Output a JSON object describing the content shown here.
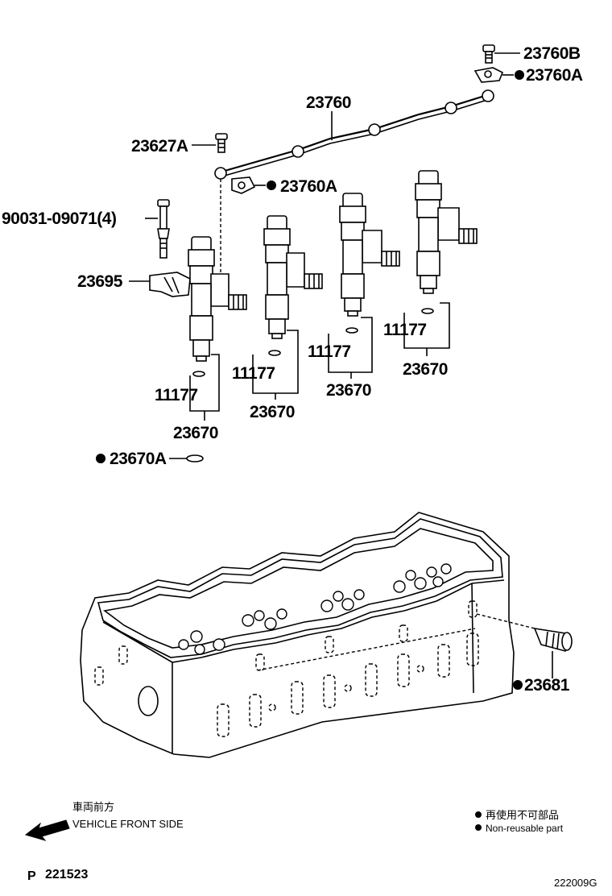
{
  "parts": {
    "bolt_top": "23760B",
    "clamp_top": "23760A",
    "leak_pipe": "23760",
    "union_bolt": "23627A",
    "clamp_mid": "23760A",
    "stud_bolt": "90031-09071(4)",
    "injector_clamp": "23695",
    "gasket_1": "11177",
    "gasket_2": "11177",
    "gasket_3": "11177",
    "gasket_4": "11177",
    "injector_1": "23670",
    "injector_2": "23670",
    "injector_3": "23670",
    "injector_4": "23670",
    "oring": "23670A",
    "sleeve": "23681"
  },
  "legend": {
    "vehicle_front_jp": "車両前方",
    "vehicle_front_en": "VEHICLE FRONT SIDE",
    "nonreusable_jp": "再使用不可部品",
    "nonreusable_en": "Non-reusable part"
  },
  "footer": {
    "page_code": "221523",
    "page_prefix": "P",
    "figure_code": "222009G"
  }
}
